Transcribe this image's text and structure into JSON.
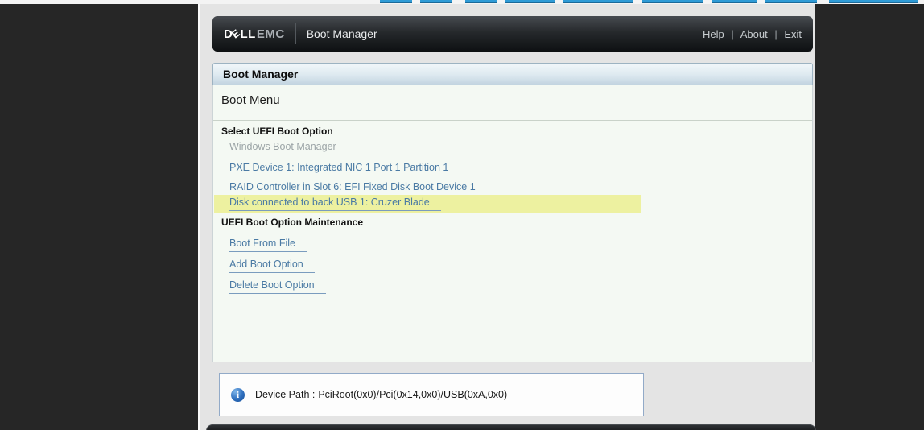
{
  "header": {
    "brand_d": "D",
    "brand_e": "E",
    "brand_ll": "LL",
    "brand_emc": "EMC",
    "app_title": "Boot Manager",
    "menu": [
      {
        "label": "Help"
      },
      {
        "label": "About"
      },
      {
        "label": "Exit"
      }
    ],
    "menu_separator": "|"
  },
  "page": {
    "title": "Boot Manager",
    "menu_title": "Boot Menu"
  },
  "boot_options": {
    "heading": "Select UEFI Boot Option",
    "options": [
      {
        "label": "Windows Boot Manager",
        "state": "disabled"
      },
      {
        "label": "PXE Device 1: Integrated NIC 1 Port 1 Partition 1",
        "state": "normal"
      },
      {
        "label": "RAID Controller in Slot 6: EFI Fixed Disk Boot Device 1",
        "state": "normal"
      },
      {
        "label": "Disk connected to back USB 1: Cruzer Blade",
        "state": "highlighted"
      }
    ]
  },
  "maintenance": {
    "heading": "UEFI Boot Option Maintenance",
    "options": [
      {
        "label": "Boot From File"
      },
      {
        "label": "Add Boot Option"
      },
      {
        "label": "Delete Boot Option"
      }
    ]
  },
  "info_bar": {
    "icon": "info-icon",
    "icon_glyph": "i",
    "label": "Device Path :",
    "value": "PciRoot(0x0)/Pci(0x14,0x0)/USB(0xA,0x0)"
  },
  "colors": {
    "highlight_yellow": "#edf1a0",
    "link_blue": "#4a7aa4",
    "link_disabled_gray": "#9ba4a6",
    "toolbar_button_blue": "#2f9bd6",
    "titlebar_blue": "#c2d4e0",
    "appbar_dark": "#17191b",
    "info_icon_blue": "#2f6fbe"
  }
}
